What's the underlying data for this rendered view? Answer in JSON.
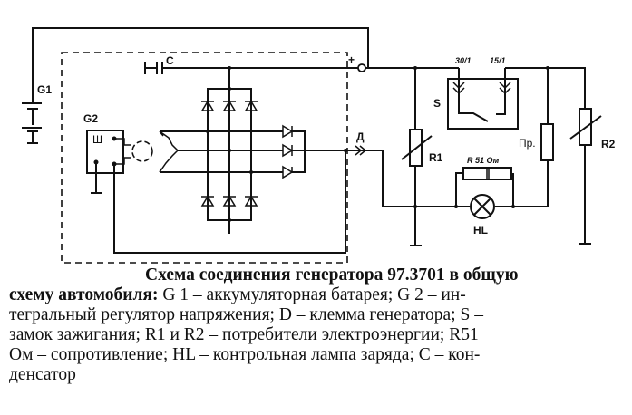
{
  "diagram": {
    "labels": {
      "battery": "G1",
      "regulator": "G2",
      "regulator_terminal": "Ш",
      "capacitor": "C",
      "plus_terminal": "+",
      "d_terminal": "Д",
      "switch": "S",
      "switch_terminal_1": "30/1",
      "switch_terminal_2": "15/1",
      "load_1": "R1",
      "load_2": "R2",
      "resistor": "R 51 Ом",
      "fuse": "Пр.",
      "lamp": "HL"
    }
  },
  "caption": {
    "title": "Схема соединения генератора 97.3701 в общую",
    "title_cont": "схему автомобиля:",
    "line1_rest": " G 1 – аккумуляторная батарея; G 2 – ин-",
    "line2": "тегральный регулятор напряжения; D – клемма генератора; S –",
    "line3": "замок зажигания; R1 и R2 – потребители электроэнергии; R51",
    "line4": "Ом – сопротивление; HL – контрольная лампа заряда; C – кон-",
    "line5": "денсатор"
  }
}
